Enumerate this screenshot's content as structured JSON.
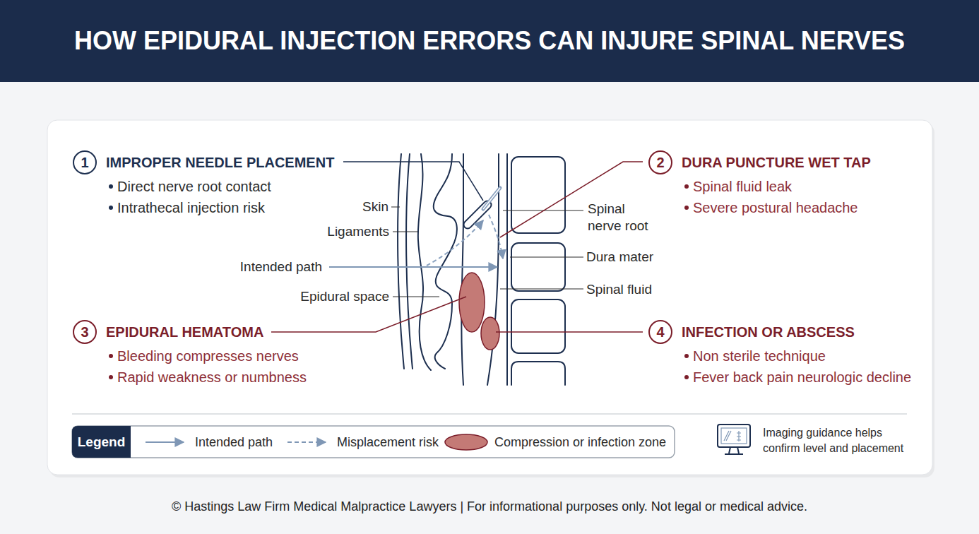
{
  "diagram": {
    "title": "HOW EPIDURAL INJECTION ERRORS CAN INJURE SPINAL NERVES",
    "caption": "© Hastings Law Firm Medical Malpractice Lawyers | For informational purposes only. Not legal or medical advice.",
    "nodes": [
      {
        "text": [
          "1",
          "IMPROPER NEEDLE PLACEMENT",
          "Direct nerve root contact",
          "Intrathecal injection risk"
        ]
      },
      {
        "text": [
          "2",
          "DURA PUNCTURE WET TAP",
          "Spinal fluid leak",
          "Severe postural headache"
        ]
      },
      {
        "text": [
          "3",
          "EPIDURAL HEMATOMA",
          "Bleeding compresses nerves",
          "Rapid weakness or numbness"
        ]
      },
      {
        "text": [
          "4",
          "INFECTION OR ABSCESS",
          "Non sterile technique",
          "Fever back pain neurologic decline"
        ]
      }
    ],
    "labels": [
      "Skin",
      "Ligaments",
      "Intended path",
      "Epidural space",
      "Spinal nerve root",
      "Dura mater",
      "Spinal fluid",
      "Legend",
      "Imaging guidance helps confirm level and placement"
    ],
    "legend": [
      {
        "text": "Intended path"
      },
      {
        "text": "Misplacement risk"
      },
      {
        "text": "Compression or infection zone",
        "color": "#c47a76"
      }
    ]
  }
}
